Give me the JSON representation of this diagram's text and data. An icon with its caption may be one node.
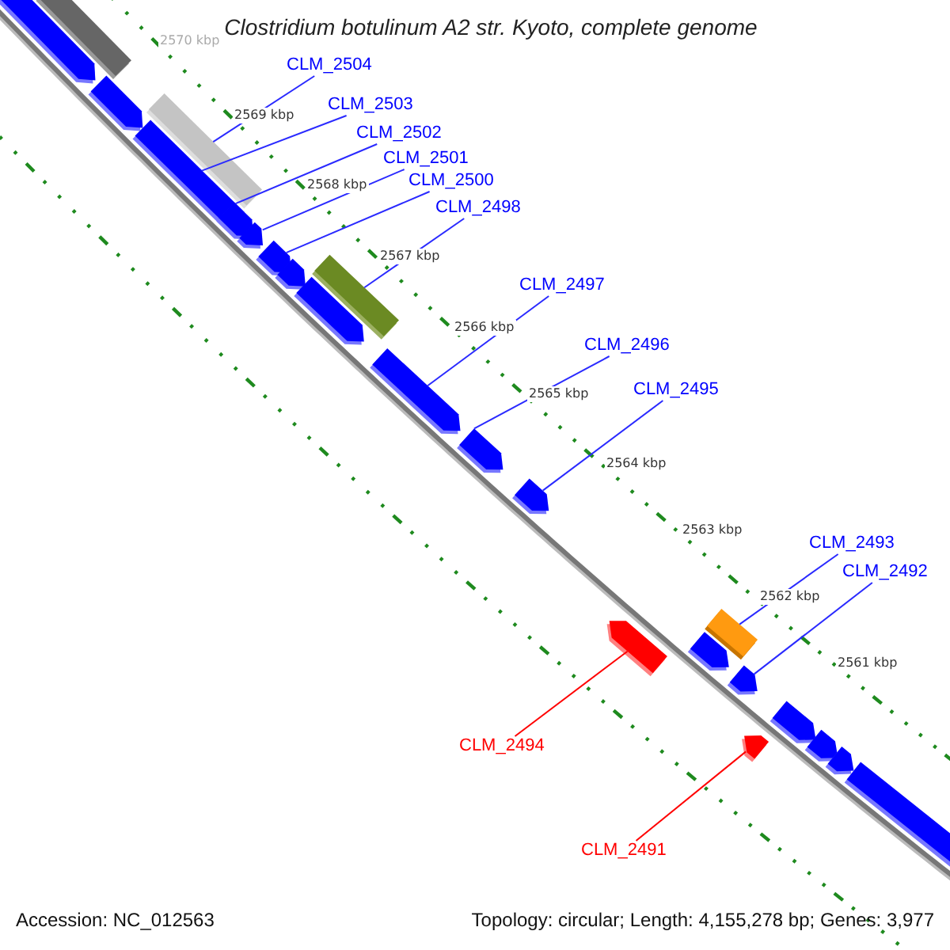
{
  "diagram": {
    "title": "Clostridium botulinum A2 str. Kyoto, complete genome",
    "nodes": [
      {
        "text": [
          "CLM_2504"
        ]
      },
      {
        "text": [
          "CLM_2503"
        ]
      },
      {
        "text": [
          "CLM_2502"
        ]
      },
      {
        "text": [
          "CLM_2501"
        ]
      },
      {
        "text": [
          "CLM_2500"
        ]
      },
      {
        "text": [
          "CLM_2498"
        ]
      },
      {
        "text": [
          "CLM_2497"
        ]
      },
      {
        "text": [
          "CLM_2496"
        ]
      },
      {
        "text": [
          "CLM_2495"
        ]
      },
      {
        "text": [
          "CLM_2493"
        ]
      },
      {
        "text": [
          "CLM_2492"
        ]
      },
      {
        "text": [
          "CLM_2494"
        ]
      },
      {
        "text": [
          "CLM_2491"
        ]
      },
      {
        "text": [],
        "shape": "arrow"
      },
      {
        "text": [],
        "shape": "bar"
      },
      {
        "text": [],
        "shape": "arrow"
      },
      {
        "text": [],
        "shape": "bar"
      },
      {
        "text": [],
        "shape": "arrow"
      },
      {
        "text": [],
        "shape": "arrow"
      },
      {
        "text": [],
        "shape": "arrow"
      },
      {
        "text": [],
        "shape": "arrow"
      },
      {
        "text": [],
        "shape": "arrow"
      },
      {
        "text": [],
        "shape": "bar"
      },
      {
        "text": [],
        "shape": "arrow"
      },
      {
        "text": [],
        "shape": "arrow"
      },
      {
        "text": [],
        "shape": "arrow"
      },
      {
        "text": [],
        "shape": "arrow"
      },
      {
        "text": [],
        "shape": "arrow"
      },
      {
        "text": [],
        "shape": "bar"
      },
      {
        "text": [],
        "shape": "arrow"
      },
      {
        "text": [],
        "shape": "arrow"
      },
      {
        "text": [],
        "shape": "arrow"
      },
      {
        "text": [],
        "shape": "arrow"
      },
      {
        "text": [],
        "shape": "arrow"
      },
      {
        "text": [],
        "shape": "arrow"
      },
      {
        "text": [],
        "shape": "arrow"
      }
    ],
    "edges": [
      {
        "from": 0,
        "to": 16,
        "arrow": "none"
      },
      {
        "from": 1,
        "to": 17,
        "arrow": "none"
      },
      {
        "from": 2,
        "to": 18,
        "arrow": "none"
      },
      {
        "from": 3,
        "to": 19,
        "arrow": "none"
      },
      {
        "from": 4,
        "to": 20,
        "arrow": "none"
      },
      {
        "from": 5,
        "to": 22,
        "arrow": "none"
      },
      {
        "from": 6,
        "to": 24,
        "arrow": "none"
      },
      {
        "from": 7,
        "to": 25,
        "arrow": "none"
      },
      {
        "from": 8,
        "to": 26,
        "arrow": "none"
      },
      {
        "from": 9,
        "to": 28,
        "arrow": "none"
      },
      {
        "from": 10,
        "to": 30,
        "arrow": "none"
      },
      {
        "from": 11,
        "to": 27,
        "arrow": "none",
        "color": "#ff0000"
      },
      {
        "from": 12,
        "to": 31,
        "arrow": "none",
        "color": "#ff0000"
      }
    ],
    "labels": [
      "2570 kbp",
      "2569 kbp",
      "2568 kbp",
      "2567 kbp",
      "2566 kbp",
      "2565 kbp",
      "2564 kbp",
      "2563 kbp",
      "2562 kbp",
      "2561 kbp",
      "Accession: NC_012563",
      "Topology: circular; Length: 4,155,278 bp; Genes: 3,977"
    ]
  }
}
